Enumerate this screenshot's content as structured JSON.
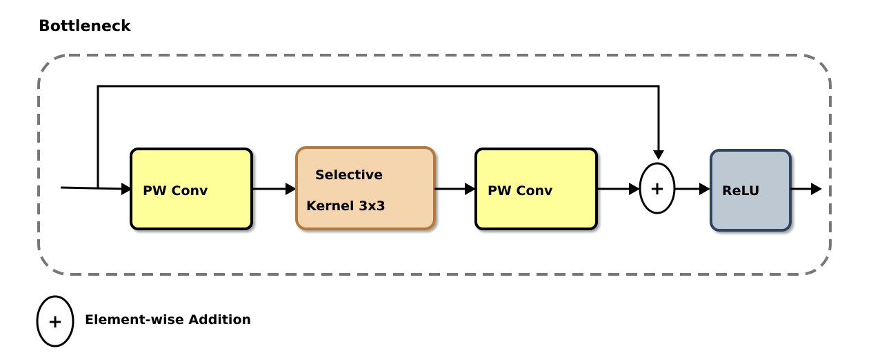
{
  "title": "Bottleneck",
  "blocks": [
    {
      "name": "pw-conv-1",
      "label": "PW Conv",
      "fill": "#ffff99",
      "stroke": "#000000"
    },
    {
      "name": "selective-kernel",
      "label_line1": "Selective",
      "label_line2": "Kernel 3x3",
      "fill": "#f5d5ae",
      "stroke": "#b47a3c"
    },
    {
      "name": "pw-conv-2",
      "label": "PW Conv",
      "fill": "#ffff99",
      "stroke": "#000000"
    },
    {
      "name": "relu",
      "label": "ReLU",
      "fill": "#bec8d2",
      "stroke": "#2d4560"
    }
  ],
  "add_symbol": "+",
  "legend": {
    "symbol": "+",
    "text": "Element-wise Addition"
  }
}
